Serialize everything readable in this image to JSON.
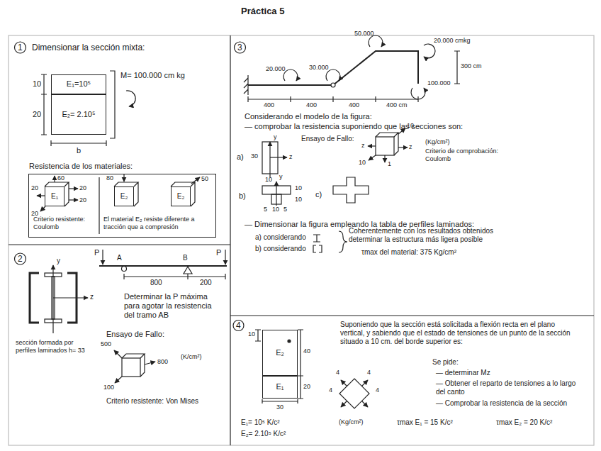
{
  "diagram": {
    "title": "Práctica 5",
    "nodes": [
      {
        "text": [
          "E₁=10⁵"
        ]
      },
      {
        "text": [
          "E₂= 2.10⁵"
        ]
      },
      {
        "text": [
          "Resistencia de los materiales:",
          "Criterio resistente: Coulomb",
          "El material E₂ resiste diferente a tracción que a compresión"
        ]
      },
      {
        "text": [
          "E₁"
        ],
        "in": 2
      },
      {
        "text": [
          "E₂"
        ],
        "in": 2
      },
      {
        "text": [
          "E₂"
        ],
        "in": 2
      },
      {
        "text": [
          "E₂"
        ]
      },
      {
        "text": [
          "E₁"
        ]
      }
    ],
    "labels": [
      "1",
      "Dimensionar la sección mixta:",
      "10",
      "20",
      "b",
      "M= 100.000 cm kg",
      "60",
      "20",
      "20",
      "20",
      "20",
      "80",
      "50",
      "2",
      "y",
      "z",
      "sección formada por perfiles laminados h= 33",
      "P",
      "A",
      "B",
      "P",
      "800",
      "200",
      "Determinar la P máxima para agotar la resistencia del tramo AB",
      "Ensayo de Fallo:",
      "500",
      "800",
      "100",
      "(K/cm²)",
      "Criterio resistente: Von Mises",
      "3",
      "20.000",
      "30.000",
      "50.000",
      "20.000 cmkg",
      "100.000",
      "300 cm",
      "400",
      "400",
      "400",
      "400 cm",
      "Considerando el modelo de la figura:",
      "— comprobar la resistencia suponiendo que las secciones son:",
      "a)",
      "30",
      "10",
      "y",
      "z",
      "Ensayo de Fallo:",
      "z",
      "10",
      "z",
      "10",
      "1",
      "(Kg/cm²)",
      "Criterio de comprobación: Coulomb",
      "b)",
      "y",
      "10",
      "10",
      "5",
      "10",
      "5",
      "c)",
      "— Dimensionar la figura empleando la tabla de perfiles laminados:",
      "a) considerando",
      "b) considerando",
      "Coherentemente con los resultados obtenidos determinar la estructura más ligera posible",
      "τmax del material: 375 Kg/cm²",
      "4",
      "10",
      "40",
      "20",
      "30",
      "E₁= 10⁵ K/c²",
      "E₂= 2.10⁵ K/c²",
      "Suponiendo que la sección está solicitada a flexión recta en el plano vertical, y sabiendo que el estado de tensiones de un punto de la sección situado a 10 cm. del borde superior es:",
      "4",
      "4",
      "4",
      "4",
      "(Kg/cm²)",
      "Se pide:",
      "— determinar Mz",
      "— Obtener el reparto de tensiones a lo largo del canto",
      "— Comprobar la resistencia de la sección",
      "τmax E₁ = 15 K/c²",
      "τmax E₂ = 20 K/c²"
    ]
  }
}
